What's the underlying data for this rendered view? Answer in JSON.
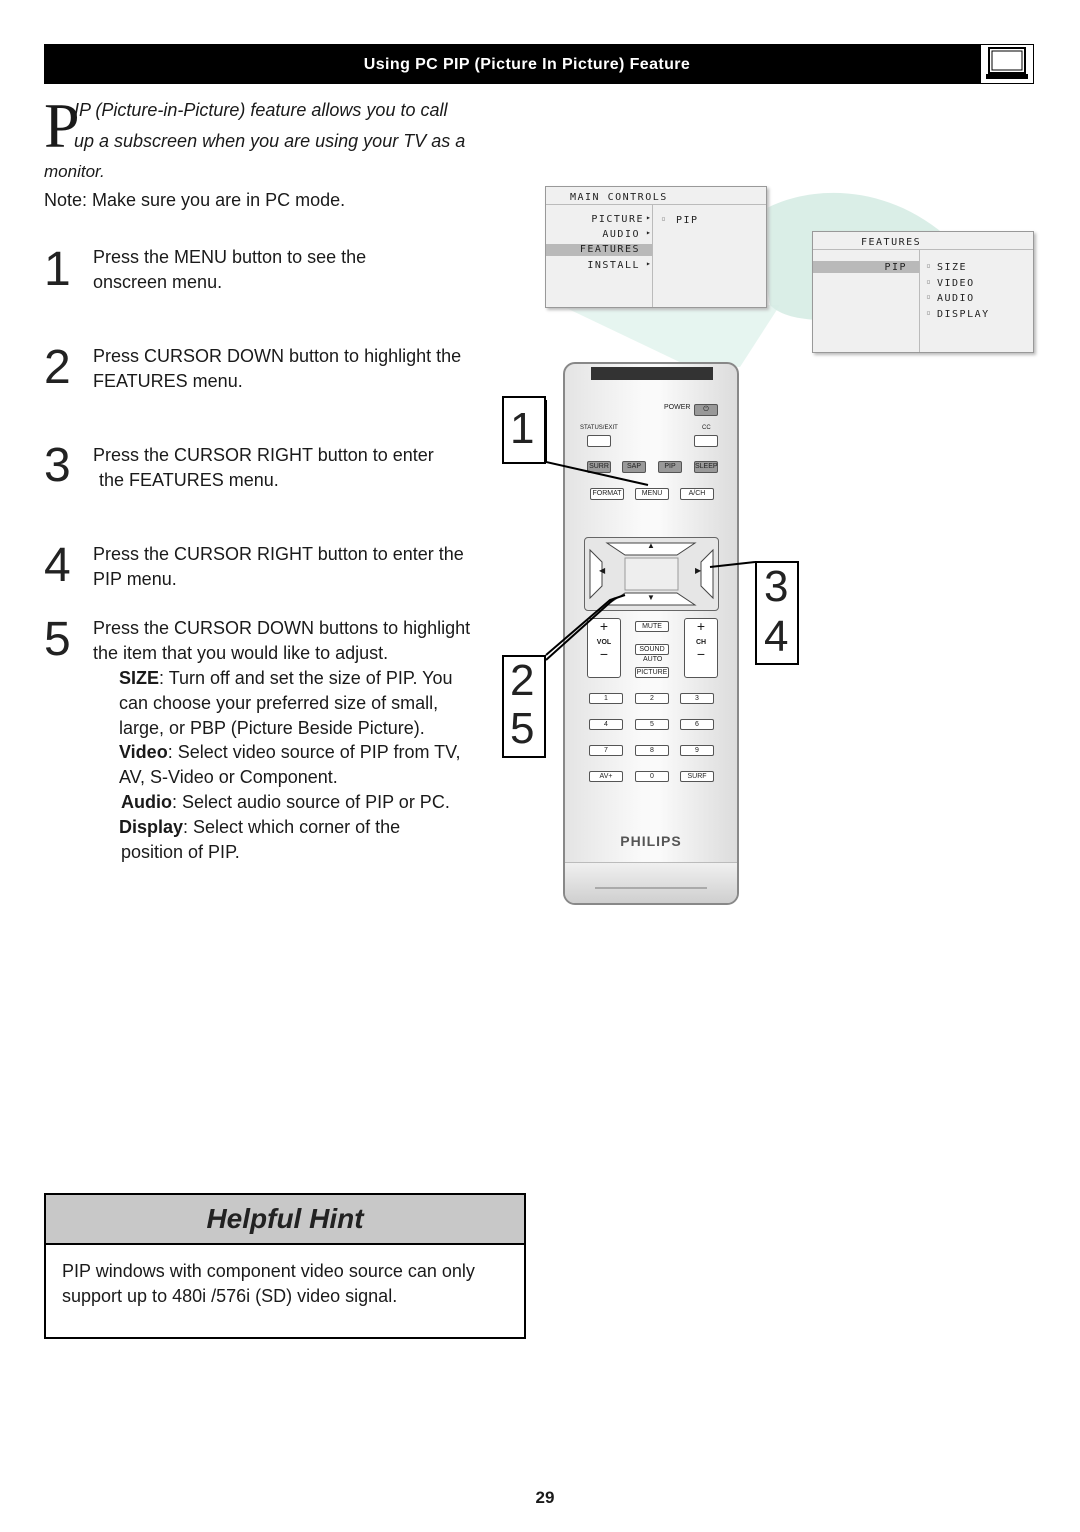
{
  "header": {
    "title": "Using PC PIP (Picture In Picture) Feature"
  },
  "intro": {
    "dropcap": "P",
    "line1": "IP (Picture-in-Picture) feature allows you to call",
    "line2": "up a subscreen when you are using your TV as a",
    "line3": "monitor.",
    "note": "Note: Make sure you are in PC mode."
  },
  "steps": [
    {
      "num": "1",
      "l1": "Press the MENU button to see the",
      "l2": "onscreen menu."
    },
    {
      "num": "2",
      "l1": "Press CURSOR DOWN button to highlight the",
      "l2": "FEATURES menu."
    },
    {
      "num": "3",
      "l1": "Press the CURSOR RIGHT button to enter",
      "l2": "the FEATURES menu."
    },
    {
      "num": "4",
      "l1": "Press the CURSOR RIGHT button to enter the",
      "l2": "PIP menu."
    },
    {
      "num": "5",
      "l1": "Press the CURSOR DOWN buttons to highlight",
      "l2": "the item that you would like to adjust."
    }
  ],
  "items": {
    "size_term": "SIZE",
    "size_l1": ": Turn off and set the size of PIP.  You",
    "size_l2": "can choose your preferred size of small,",
    "size_l3": "large, or PBP (Picture Beside Picture).",
    "video_term": "Video",
    "video_l1": ": Select video source of PIP from TV,",
    "video_l2": "AV, S-Video or Component.",
    "audio_term": "Audio",
    "audio_l1": ": Select audio source of PIP or PC.",
    "display_term": "Display",
    "display_l1": ": Select which corner of the",
    "display_l2": "position of PIP."
  },
  "main_menu": {
    "title": "MAIN CONTROLS",
    "items": [
      "PICTURE",
      "AUDIO",
      "FEATURES",
      "INSTALL"
    ],
    "highlighted": "FEATURES",
    "sub": "PIP"
  },
  "features_menu": {
    "title": "FEATURES",
    "item": "PIP",
    "sub": [
      "SIZE",
      "VIDEO",
      "AUDIO",
      "DISPLAY"
    ]
  },
  "remote": {
    "power": "POWER",
    "status_exit": "STATUS/EXIT",
    "cc": "CC",
    "surr": "SURR",
    "sap": "SAP",
    "pip": "PIP",
    "sleep": "SLEEP",
    "format": "FORMAT",
    "menu": "MENU",
    "ach": "A/CH",
    "mute": "MUTE",
    "vol": "VOL",
    "ch": "CH",
    "sound": "SOUND",
    "auto": "AUTO",
    "picture": "PICTURE",
    "digits": [
      "1",
      "2",
      "3",
      "4",
      "5",
      "6",
      "7",
      "8",
      "9"
    ],
    "avplus": "AV+",
    "zero": "0",
    "surf": "SURF",
    "brand": "PHILIPS"
  },
  "callouts": {
    "n1": "1",
    "n2": "2",
    "n5": "5",
    "n3": "3",
    "n4": "4"
  },
  "hint": {
    "title": "Helpful Hint",
    "l1": "PIP windows with component video source can only",
    "l2": "support up to 480i /576i (SD) video signal."
  },
  "page_number": "29"
}
